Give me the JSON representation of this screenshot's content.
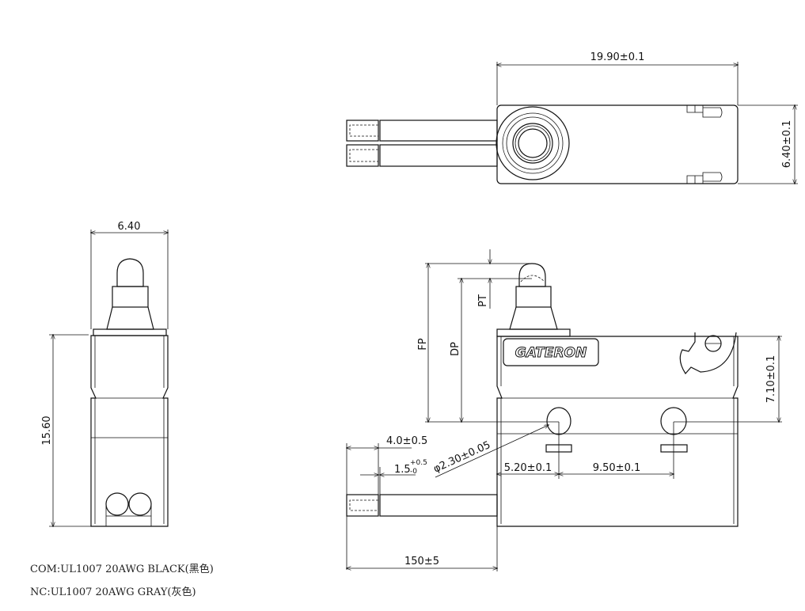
{
  "top_view": {
    "width_dim": "19.90±0.1",
    "height_dim": "6.40±0.1"
  },
  "side_view": {
    "width_dim": "6.40",
    "height_dim": "15.60"
  },
  "front_view": {
    "brand_logo": "GATERON",
    "fp_label": "FP",
    "dp_label": "DP",
    "pt_label": "PT",
    "height_dim": "7.10±0.1",
    "strip_length_dim": "4.0±0.5",
    "tin_length_base": "1.5",
    "tin_tol_plus": "+0.5",
    "tin_tol_minus": "-0",
    "hole_dim": "φ2.30±0.05",
    "hole1_offset_dim": "5.20±0.1",
    "hole_pitch_dim": "9.50±0.1",
    "wire_length_dim": "150±5"
  },
  "notes": [
    "COM:UL1007 20AWG BLACK(黑色)",
    "NC:UL1007 20AWG GRAY(灰色)"
  ]
}
